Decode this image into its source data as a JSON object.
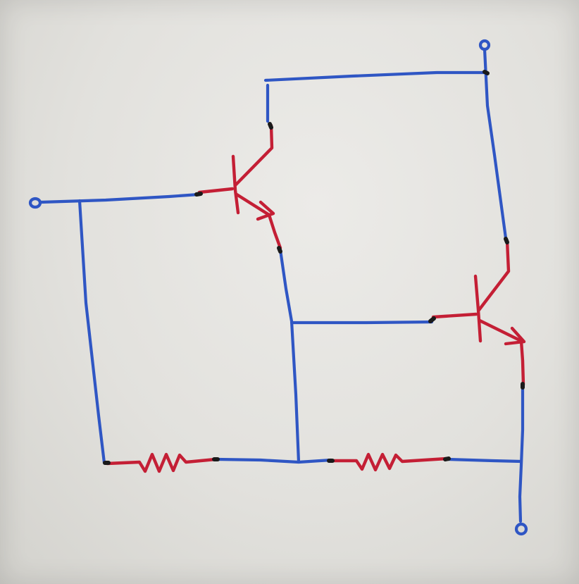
{
  "diagram": {
    "kind": "hand-drawn circuit schematic",
    "wire_color": "#2f56c4",
    "component_color": "#c41f35",
    "ink_color": "#1a1a1a",
    "paper_color": "#e6e5e1",
    "components": [
      {
        "id": "q1",
        "type": "npn-transistor"
      },
      {
        "id": "q2",
        "type": "npn-transistor"
      },
      {
        "id": "r1",
        "type": "resistor"
      },
      {
        "id": "r2",
        "type": "resistor"
      }
    ],
    "terminals": [
      {
        "id": "input-terminal"
      },
      {
        "id": "top-terminal"
      },
      {
        "id": "bottom-terminal"
      }
    ]
  }
}
